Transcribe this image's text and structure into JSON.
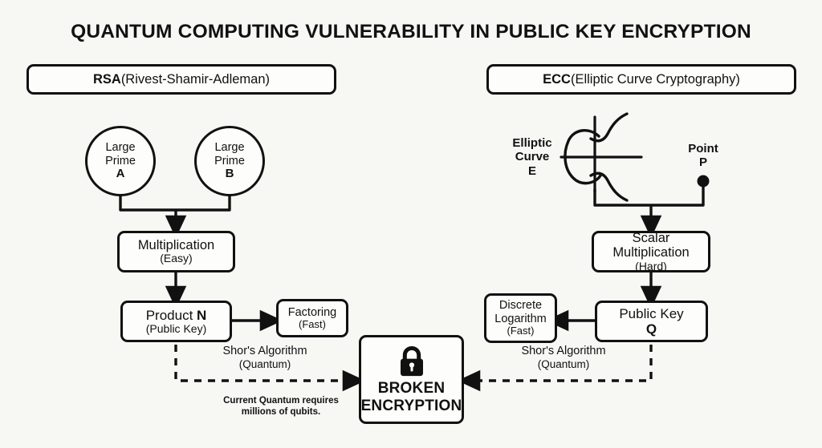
{
  "title": "QUANTUM COMPUTING VULNERABILITY IN PUBLIC KEY ENCRYPTION",
  "background_color": "#f7f7f4",
  "stroke_color": "#111111",
  "box_fill_color": "#fdfdfb",
  "sections": {
    "left": {
      "abbr": "RSA",
      "expansion": " (Rivest-Shamir-Adleman)"
    },
    "right": {
      "abbr": "ECC",
      "expansion": " (Elliptic Curve Cryptography)"
    }
  },
  "rsa": {
    "prime_a": {
      "line1": "Large",
      "line2": "Prime",
      "line3": "A"
    },
    "prime_b": {
      "line1": "Large",
      "line2": "Prime",
      "line3": "B"
    },
    "multiplication": {
      "line1": "Multiplication",
      "line2": "(Easy)"
    },
    "product": {
      "line1_a": "Product ",
      "line1_b": "N",
      "line2": "(Public Key)"
    },
    "factoring": {
      "line1": "Factoring",
      "line2": "(Fast)"
    },
    "shor": {
      "line1": "Shor's Algorithm",
      "line2": "(Quantum)"
    },
    "note": {
      "line1": "Current Quantum requires",
      "line2": "millions of qubits."
    }
  },
  "ecc": {
    "curve_label": {
      "line1": "Elliptic",
      "line2": "Curve",
      "line3": "E"
    },
    "point_label": {
      "line1": "Point",
      "line2": "P"
    },
    "scalar_multiplication": {
      "line1": "Scalar",
      "line2": "Multiplication",
      "line3": "(Hard)"
    },
    "public_key": {
      "line1": "Public Key",
      "line2": "Q"
    },
    "discrete_log": {
      "line1": "Discrete",
      "line2": "Logarithm",
      "line3": "(Fast)"
    },
    "shor": {
      "line1": "Shor's Algorithm",
      "line2": "(Quantum)"
    }
  },
  "result": {
    "icon": "padlock-icon",
    "line1": "BROKEN",
    "line2": "ENCRYPTION"
  }
}
